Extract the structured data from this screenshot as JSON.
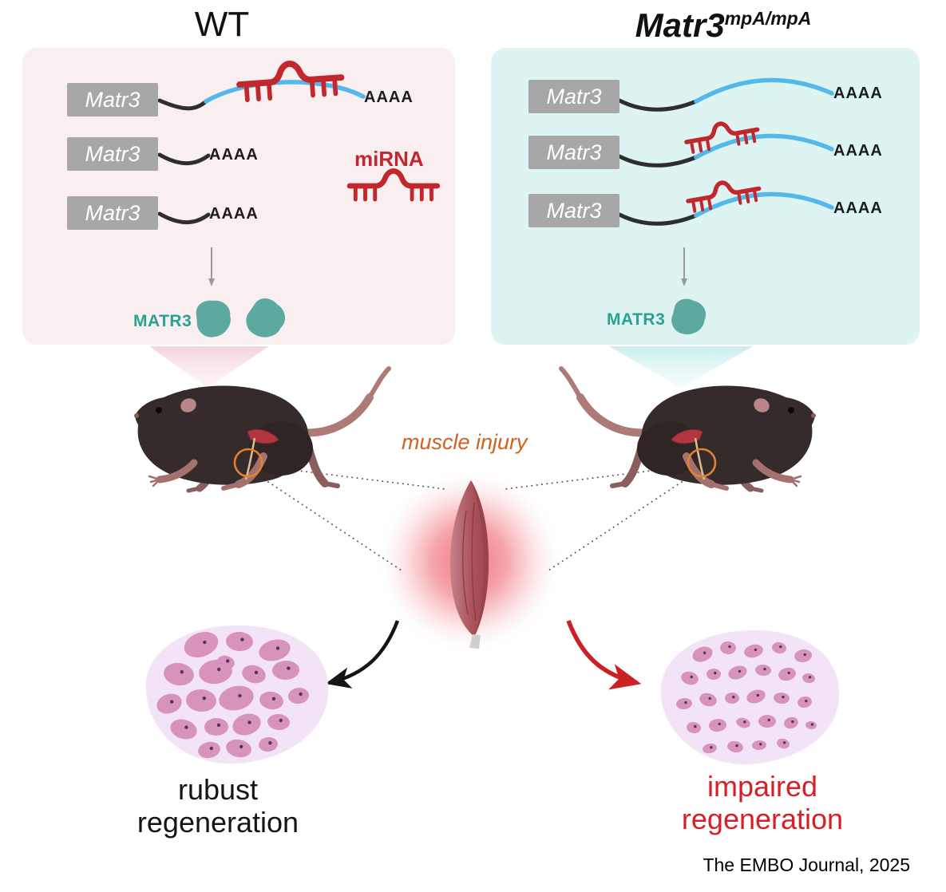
{
  "wt_panel": {
    "title": "WT",
    "transcripts": [
      {
        "gene": "Matr3",
        "polya": "AAAA"
      },
      {
        "gene": "Matr3",
        "polya": "AAAA"
      },
      {
        "gene": "Matr3",
        "polya": "AAAA"
      }
    ],
    "mirna_label": "miRNA",
    "protein_label": "MATR3"
  },
  "mutant_panel": {
    "title_base": "Matr3",
    "title_sup": "mpA/mpA",
    "transcripts": [
      {
        "gene": "Matr3",
        "polya": "AAAA"
      },
      {
        "gene": "Matr3",
        "polya": "AAAA"
      },
      {
        "gene": "Matr3",
        "polya": "AAAA"
      }
    ],
    "protein_label": "MATR3"
  },
  "center": {
    "injury_label": "muscle injury"
  },
  "outcomes": {
    "wt": {
      "line1": "rubust",
      "line2": "regeneration"
    },
    "mutant": {
      "line1": "impaired",
      "line2": "regeneration"
    }
  },
  "credit": "The EMBO Journal, 2025",
  "colors": {
    "wt_panel_bg": "#f9eef0",
    "mutant_panel_bg": "#def4f2",
    "utr_blue": "#54b9ea",
    "mrna_black": "#2e2e2e",
    "mirna_red": "#c1272d",
    "protein_teal": "#2ba18f",
    "injury_orange": "#d4611c",
    "impaired_red": "#d62027",
    "tissue_cell_pink": "#d893bb"
  }
}
